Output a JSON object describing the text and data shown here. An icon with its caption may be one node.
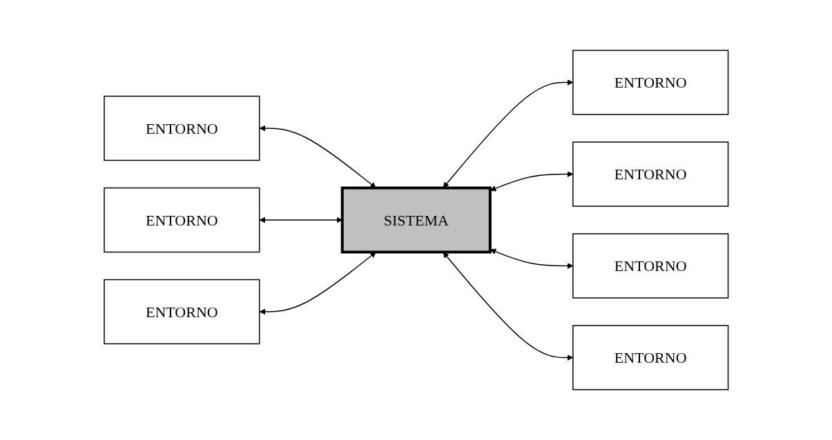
{
  "diagram": {
    "nodes": [
      {
        "text": [
          "ENTORNO"
        ]
      },
      {
        "text": [
          "ENTORNO"
        ]
      },
      {
        "text": [
          "ENTORNO"
        ]
      },
      {
        "text": [
          "SISTEMA"
        ]
      },
      {
        "text": [
          "ENTORNO"
        ]
      },
      {
        "text": [
          "ENTORNO"
        ]
      },
      {
        "text": [
          "ENTORNO"
        ]
      },
      {
        "text": [
          "ENTORNO"
        ]
      }
    ],
    "edges": [
      {
        "from": 0,
        "to": 3,
        "arrow": "both"
      },
      {
        "from": 2,
        "to": 3,
        "arrow": "both"
      },
      {
        "from": 5,
        "to": 3,
        "arrow": "both"
      },
      {
        "from": 3,
        "to": 1,
        "arrow": "both"
      },
      {
        "from": 3,
        "to": 4,
        "arrow": "both"
      },
      {
        "from": 3,
        "to": 6,
        "arrow": "both"
      },
      {
        "from": 3,
        "to": 7,
        "arrow": "both"
      }
    ]
  }
}
